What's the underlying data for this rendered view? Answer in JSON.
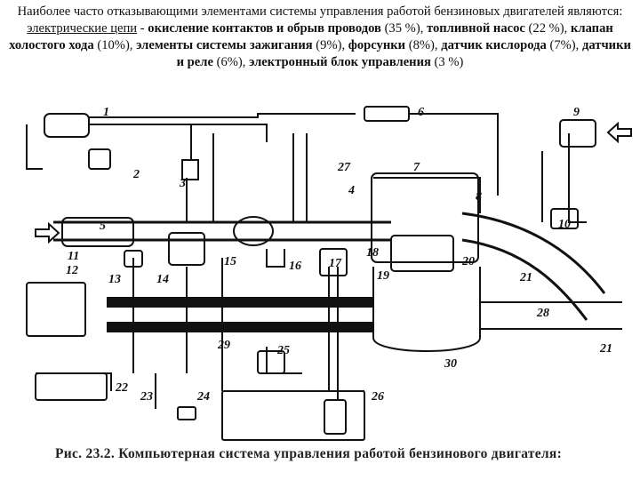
{
  "intro": {
    "lead": "Наиболее часто отказывающими элементами системы управления работой бензиновых двигателей являются: ",
    "link": "электрические цепи",
    "sep1": " - ",
    "item1": "окисление контактов и обрыв проводов",
    "pct1": " (35 %), ",
    "item2": "топливной насос",
    "pct2": " (22 %), ",
    "item3": "клапан холостого хода",
    "pct3": " (10%), ",
    "item4": "элементы системы зажигания",
    "pct4": " (9%), ",
    "item5": "форсунки",
    "pct5": " (8%), ",
    "item6": "датчик кислорода",
    "pct6": " (7%), ",
    "item7": "датчики и реле",
    "pct7": " (6%), ",
    "item8": "электронный блок управления",
    "pct8": " (3 %)"
  },
  "diagram": {
    "labels": [
      "1",
      "2",
      "3",
      "4",
      "5",
      "6",
      "7",
      "8",
      "9",
      "10",
      "11",
      "12",
      "13",
      "14",
      "15",
      "16",
      "17",
      "18",
      "19",
      "20",
      "21",
      "28",
      "21",
      "22",
      "23",
      "24",
      "25",
      "26",
      "27",
      "29",
      "30"
    ],
    "colors": {
      "ink": "#111111",
      "paper": "#ffffff"
    }
  },
  "caption": {
    "text": "Рис. 23.2. Компьютерная система управления работой бензинового двигателя:"
  }
}
